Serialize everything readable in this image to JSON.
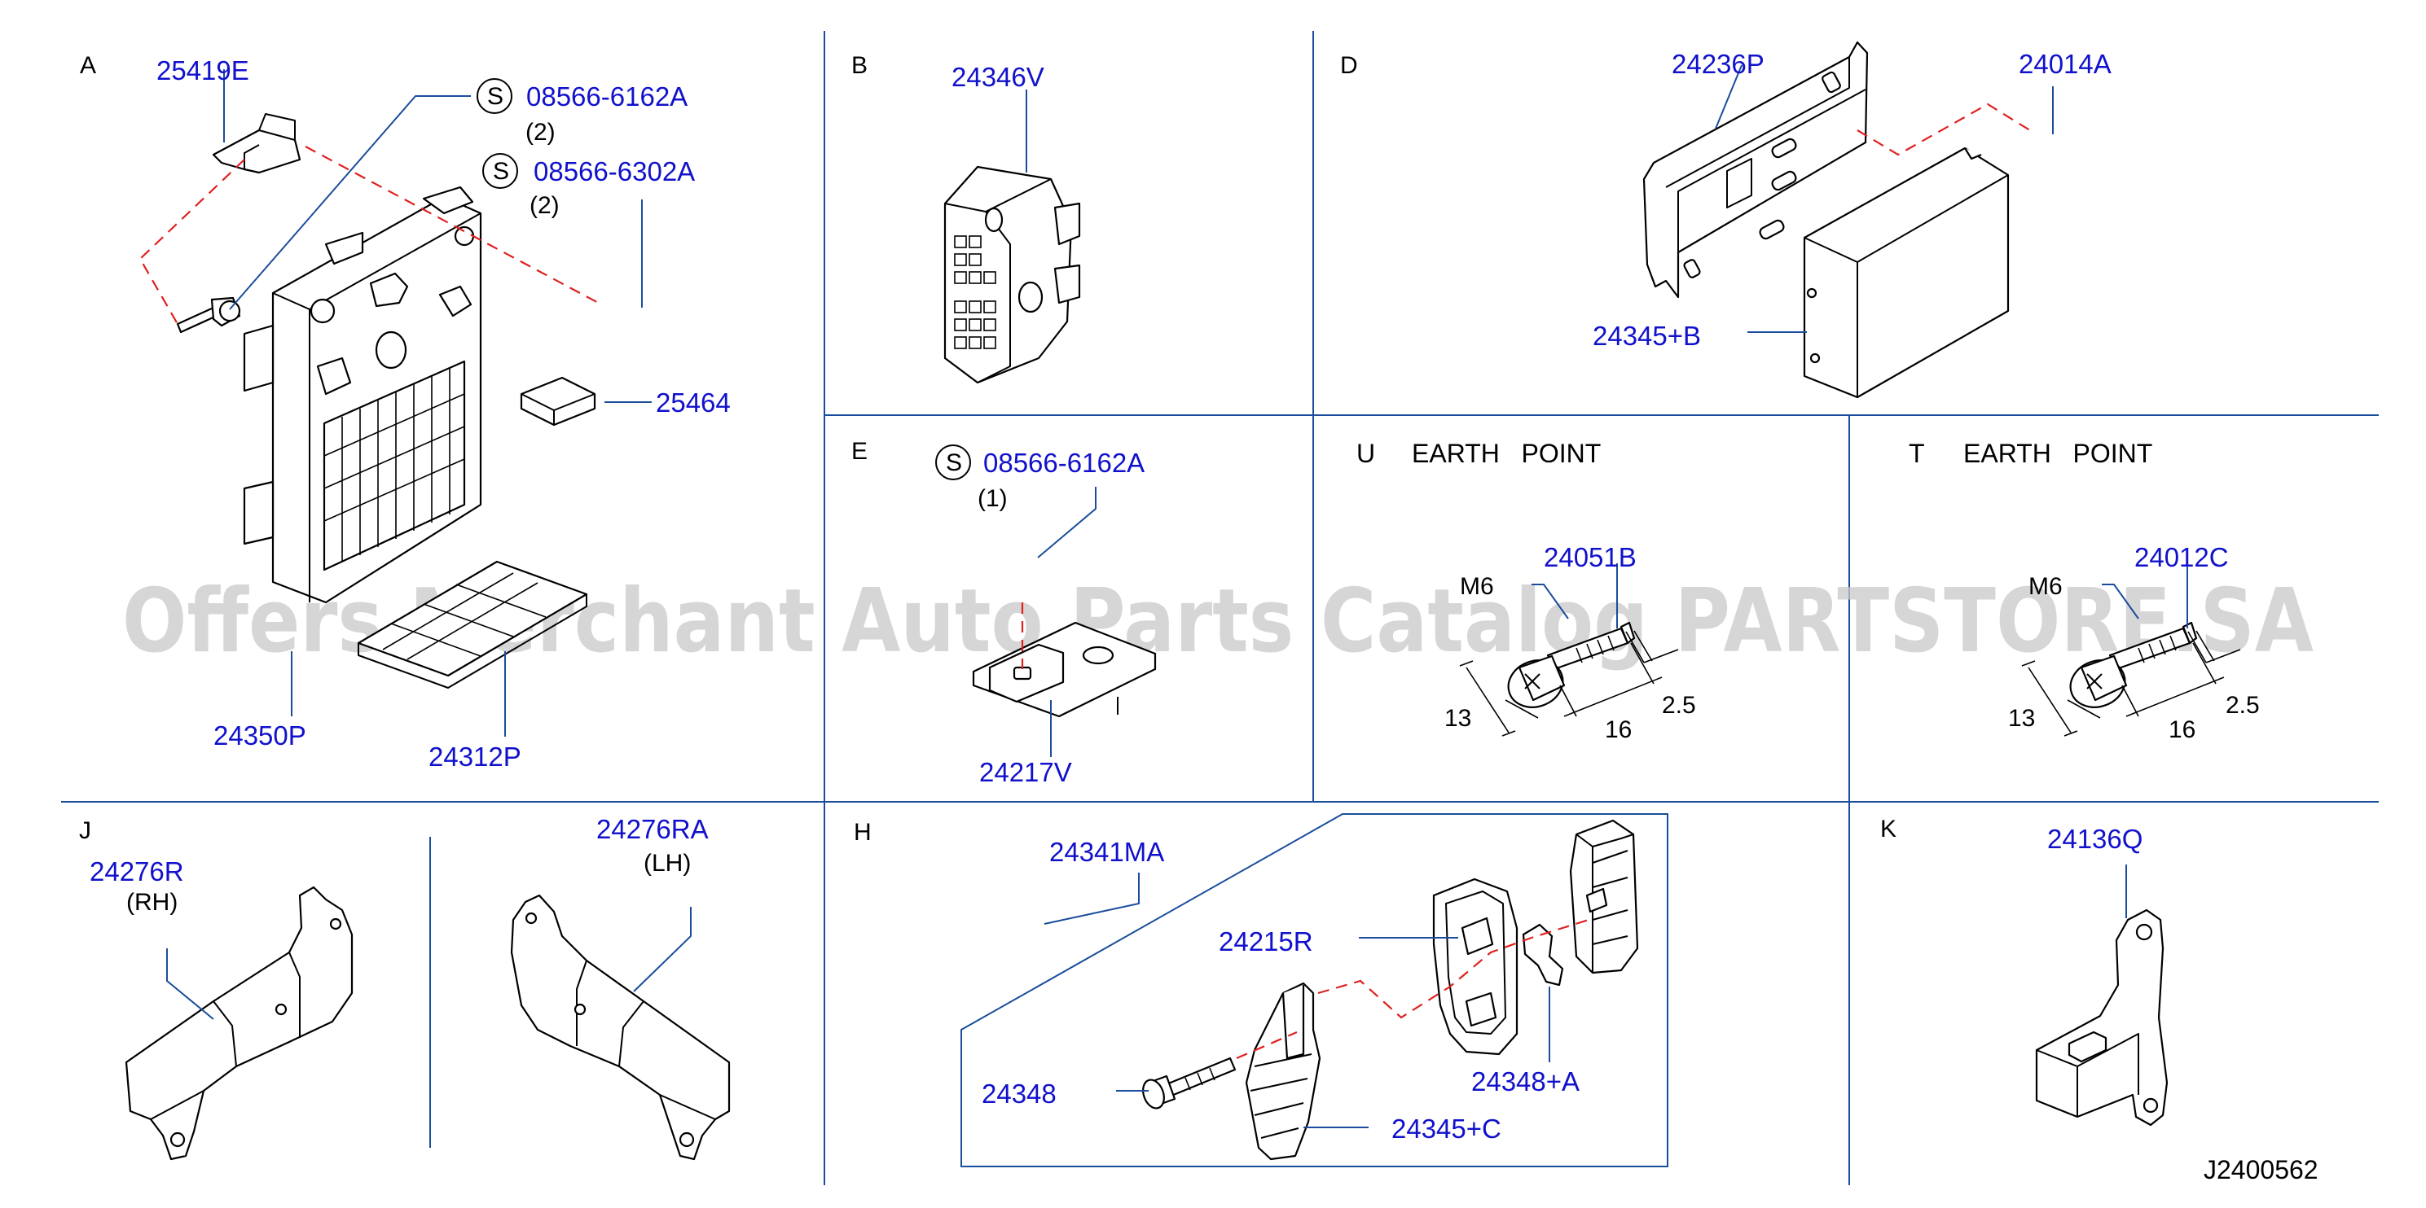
{
  "watermark": "Offers Merchant Auto Parts Catalog PARTSTORE.SA",
  "drawing_number": "J2400562",
  "sections": {
    "A": {
      "label": "A",
      "parts": [
        "25419E",
        "08566-6162A",
        "08566-6302A",
        "25464",
        "24350P",
        "24312P"
      ],
      "qty1": "(2)",
      "qty2": "(2)",
      "s1": "S",
      "s2": "S"
    },
    "B": {
      "label": "B",
      "parts": [
        "24346V"
      ]
    },
    "D": {
      "label": "D",
      "parts": [
        "24236P",
        "24014A",
        "24345+B"
      ]
    },
    "E": {
      "label": "E",
      "parts": [
        "08566-6162A",
        "24217V"
      ],
      "qty": "(1)",
      "s": "S"
    },
    "U": {
      "label": "U",
      "title": "EARTH   POINT",
      "part": "24051B",
      "m": "M6",
      "d1": "13",
      "d2": "16",
      "d3": "2.5"
    },
    "T": {
      "label": "T",
      "title": "EARTH   POINT",
      "part": "24012C",
      "m": "M6",
      "d1": "13",
      "d2": "16",
      "d3": "2.5"
    },
    "J": {
      "label": "J",
      "parts": [
        "24276R",
        "24276RA"
      ],
      "rh": "(RH)",
      "lh": "(LH)"
    },
    "H": {
      "label": "H",
      "parts": [
        "24341MA",
        "24215R",
        "24348",
        "24348+A",
        "24345+C"
      ]
    },
    "K": {
      "label": "K",
      "parts": [
        "24136Q"
      ]
    }
  }
}
